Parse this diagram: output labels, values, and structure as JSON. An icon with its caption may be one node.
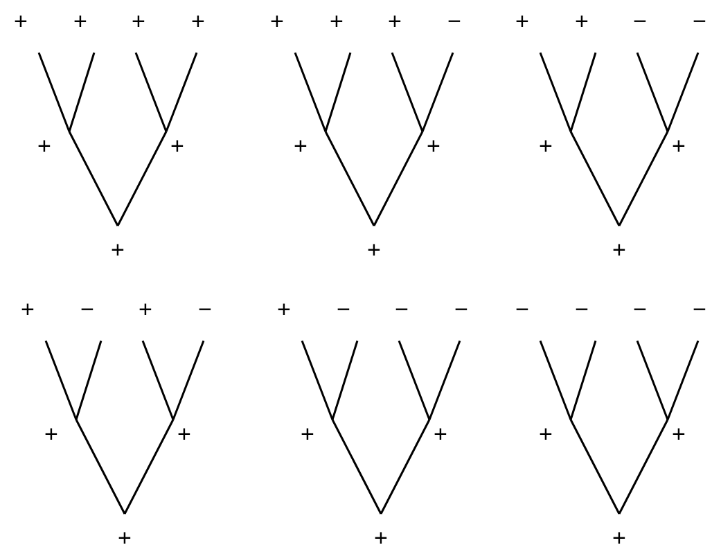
{
  "diagram": {
    "nodes": [
      {
        "text": [
          "+"
        ]
      },
      {
        "text": [
          "+"
        ]
      },
      {
        "text": [
          "+"
        ]
      },
      {
        "text": [
          "+"
        ]
      },
      {
        "text": [
          "+"
        ]
      },
      {
        "text": [
          "+"
        ]
      },
      {
        "text": [
          "+"
        ]
      },
      {
        "text": [
          "+"
        ]
      },
      {
        "text": [
          "+"
        ]
      },
      {
        "text": [
          "+"
        ]
      },
      {
        "text": [
          "−"
        ]
      },
      {
        "text": [
          "+"
        ]
      },
      {
        "text": [
          "+"
        ]
      },
      {
        "text": [
          "+"
        ]
      },
      {
        "text": [
          "+"
        ]
      },
      {
        "text": [
          "+"
        ]
      },
      {
        "text": [
          "−"
        ]
      },
      {
        "text": [
          "−"
        ]
      },
      {
        "text": [
          "+"
        ]
      },
      {
        "text": [
          "+"
        ]
      },
      {
        "text": [
          "+"
        ]
      },
      {
        "text": [
          "+"
        ]
      },
      {
        "text": [
          "−"
        ]
      },
      {
        "text": [
          "+"
        ]
      },
      {
        "text": [
          "−"
        ]
      },
      {
        "text": [
          "+"
        ]
      },
      {
        "text": [
          "+"
        ]
      },
      {
        "text": [
          "+"
        ]
      },
      {
        "text": [
          "+"
        ]
      },
      {
        "text": [
          "−"
        ]
      },
      {
        "text": [
          "−"
        ]
      },
      {
        "text": [
          "−"
        ]
      },
      {
        "text": [
          "+"
        ]
      },
      {
        "text": [
          "+"
        ]
      },
      {
        "text": [
          "+"
        ]
      },
      {
        "text": [
          "−"
        ]
      },
      {
        "text": [
          "−"
        ]
      },
      {
        "text": [
          "−"
        ]
      },
      {
        "text": [
          "−"
        ]
      },
      {
        "text": [
          "+"
        ]
      },
      {
        "text": [
          "+"
        ]
      },
      {
        "text": [
          "+"
        ]
      }
    ],
    "edges": [
      {
        "from": 4,
        "to": 0,
        "arrow": "none"
      },
      {
        "from": 4,
        "to": 1,
        "arrow": "none"
      },
      {
        "from": 5,
        "to": 2,
        "arrow": "none"
      },
      {
        "from": 5,
        "to": 3,
        "arrow": "none"
      },
      {
        "from": 6,
        "to": 4,
        "arrow": "none"
      },
      {
        "from": 6,
        "to": 5,
        "arrow": "none"
      },
      {
        "from": 11,
        "to": 7,
        "arrow": "none"
      },
      {
        "from": 11,
        "to": 8,
        "arrow": "none"
      },
      {
        "from": 12,
        "to": 9,
        "arrow": "none"
      },
      {
        "from": 12,
        "to": 10,
        "arrow": "none"
      },
      {
        "from": 13,
        "to": 11,
        "arrow": "none"
      },
      {
        "from": 13,
        "to": 12,
        "arrow": "none"
      },
      {
        "from": 18,
        "to": 14,
        "arrow": "none"
      },
      {
        "from": 18,
        "to": 15,
        "arrow": "none"
      },
      {
        "from": 19,
        "to": 16,
        "arrow": "none"
      },
      {
        "from": 19,
        "to": 17,
        "arrow": "none"
      },
      {
        "from": 20,
        "to": 18,
        "arrow": "none"
      },
      {
        "from": 20,
        "to": 19,
        "arrow": "none"
      },
      {
        "from": 25,
        "to": 21,
        "arrow": "none"
      },
      {
        "from": 25,
        "to": 22,
        "arrow": "none"
      },
      {
        "from": 26,
        "to": 23,
        "arrow": "none"
      },
      {
        "from": 26,
        "to": 24,
        "arrow": "none"
      },
      {
        "from": 27,
        "to": 25,
        "arrow": "none"
      },
      {
        "from": 27,
        "to": 26,
        "arrow": "none"
      },
      {
        "from": 32,
        "to": 28,
        "arrow": "none"
      },
      {
        "from": 32,
        "to": 29,
        "arrow": "none"
      },
      {
        "from": 33,
        "to": 30,
        "arrow": "none"
      },
      {
        "from": 33,
        "to": 31,
        "arrow": "none"
      },
      {
        "from": 34,
        "to": 32,
        "arrow": "none"
      },
      {
        "from": 34,
        "to": 33,
        "arrow": "none"
      },
      {
        "from": 39,
        "to": 35,
        "arrow": "none"
      },
      {
        "from": 39,
        "to": 36,
        "arrow": "none"
      },
      {
        "from": 40,
        "to": 37,
        "arrow": "none"
      },
      {
        "from": 40,
        "to": 38,
        "arrow": "none"
      },
      {
        "from": 41,
        "to": 39,
        "arrow": "none"
      },
      {
        "from": 41,
        "to": 40,
        "arrow": "none"
      }
    ]
  }
}
